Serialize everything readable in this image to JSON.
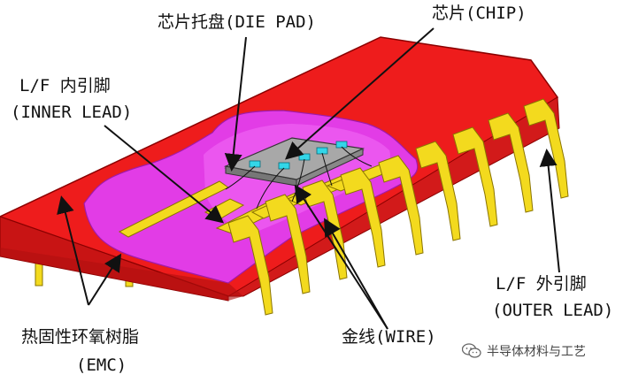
{
  "labels": {
    "die_pad": "芯片托盘(DIE PAD)",
    "chip": "芯片(CHIP)",
    "inner_lead_cn": "L/F 内引脚",
    "inner_lead_en": "(INNER LEAD)",
    "outer_lead_cn": "L/F 外引脚",
    "outer_lead_en": "(OUTER LEAD)",
    "emc_cn": "热固性环氧树脂",
    "emc_en": "(EMC)",
    "wire": "金线(WIRE)"
  },
  "watermark": {
    "text": "半导体材料与工艺",
    "icon": "wechat-icon"
  },
  "colors": {
    "body_red": "#ee1c1c",
    "body_dark_red": "#b10f0f",
    "cavity_magenta": "#e23ce6",
    "cavity_light": "#f26cf5",
    "lead_yellow": "#f3da1e",
    "lead_dark": "#b89a10",
    "chip_gray": "#a8a8a8",
    "chip_pad_cyan": "#33d6e8",
    "die_pad_green": "#2fb84a",
    "arrow": "#111111"
  }
}
